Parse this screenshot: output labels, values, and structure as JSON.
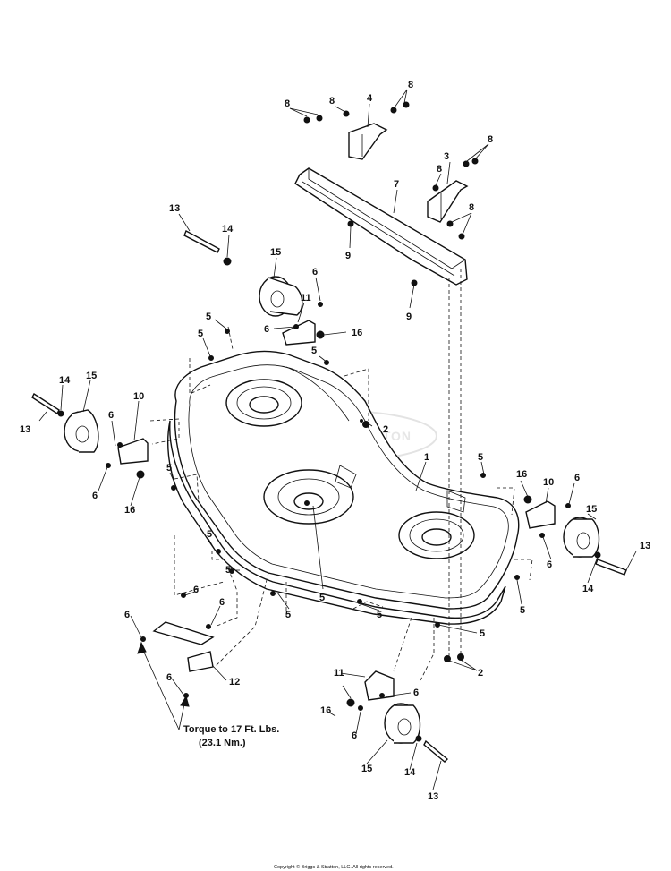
{
  "diagram": {
    "callouts": {
      "c1": "1",
      "c2": "2",
      "c3": "3",
      "c4": "4",
      "c5": "5",
      "c6": "6",
      "c7": "7",
      "c8": "8",
      "c9": "9",
      "c10": "10",
      "c11": "11",
      "c12": "12",
      "c13": "13",
      "c14": "14",
      "c15": "15",
      "c16": "16"
    },
    "torque_note": {
      "line1": "Torque to 17 Ft. Lbs.",
      "line2": "(23.1 Nm.)"
    },
    "watermark": "BRIGGS & STRATTON",
    "copyright": "Copyright © Briggs & Stratton, LLC. All rights reserved."
  }
}
